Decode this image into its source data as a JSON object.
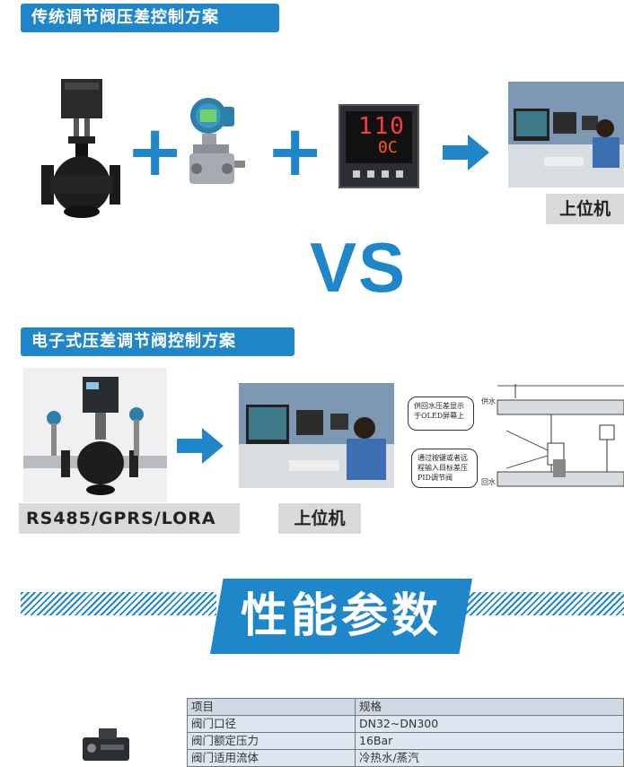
{
  "section_traditional": {
    "title": "传统调节阀压差控制方案",
    "controller_display": {
      "top": "110",
      "bottom": "0C"
    },
    "pc_label": "上位机"
  },
  "vs_label": "VS",
  "section_electronic": {
    "title": "电子式压差调节阀控制方案",
    "protocol_label": "RS485/GPRS/LORA",
    "pc_label": "上位机",
    "diagram": {
      "note_1": "供回水压差显示于OLED屏幕上",
      "note_2": "通过按键或者远程输入目标差压PID调节阀",
      "label_supply": "供水",
      "label_return": "回水"
    }
  },
  "section_params": {
    "title": "性能参数",
    "table": {
      "headers": [
        "项目",
        "规格"
      ],
      "rows": [
        [
          "阀门口径",
          "DN32~DN300"
        ],
        [
          "阀门额定压力",
          "16Bar"
        ],
        [
          "阀门适用流体",
          "冷热水/蒸汽"
        ]
      ]
    }
  },
  "colors": {
    "accent": "#1f86c9",
    "label_bg": "#d9d9d9"
  }
}
